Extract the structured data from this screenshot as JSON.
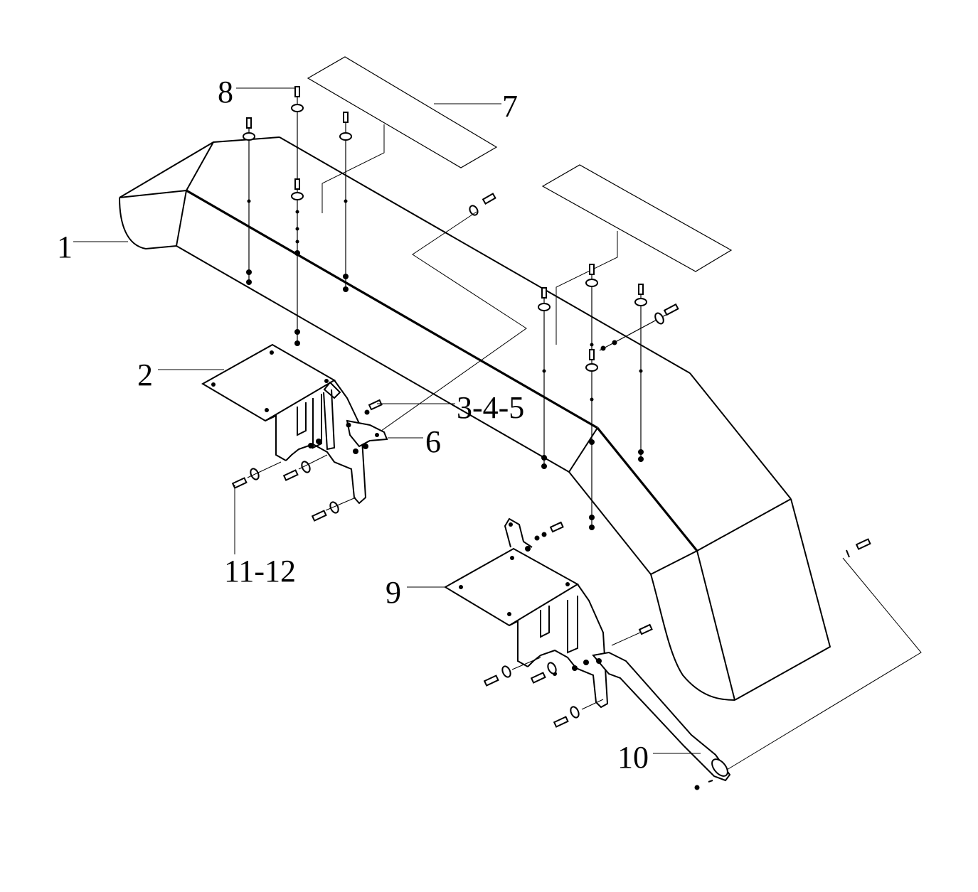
{
  "diagram": {
    "callouts": [
      {
        "id": "c1",
        "text": "1"
      },
      {
        "id": "c2",
        "text": "2"
      },
      {
        "id": "c345",
        "text": "3-4-5"
      },
      {
        "id": "c6",
        "text": "6"
      },
      {
        "id": "c7",
        "text": "7"
      },
      {
        "id": "c8",
        "text": "8"
      },
      {
        "id": "c9",
        "text": "9"
      },
      {
        "id": "c10",
        "text": "10"
      },
      {
        "id": "c1112",
        "text": "11-12"
      }
    ]
  }
}
